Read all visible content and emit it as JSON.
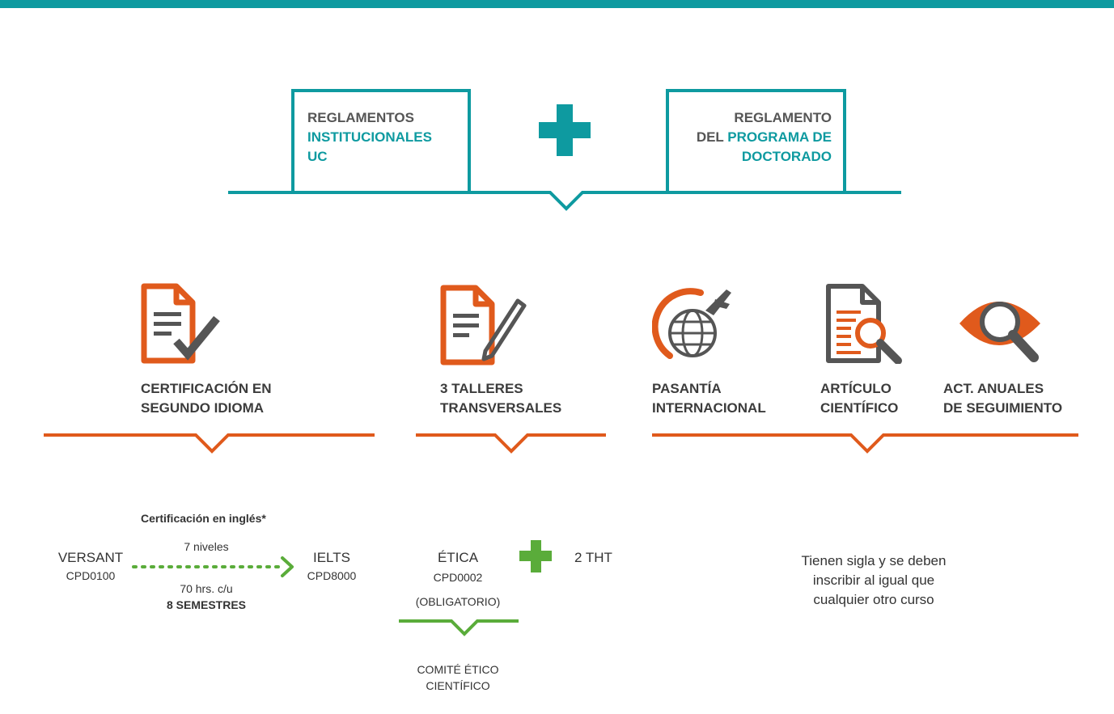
{
  "colors": {
    "teal": "#0e9aa0",
    "orange": "#e05a1c",
    "green": "#5aac3a",
    "dark": "#555555"
  },
  "regulations": {
    "left": {
      "line1": "REGLAMENTOS",
      "line2": "INSTITUCIONALES",
      "line3": "UC"
    },
    "right": {
      "line1": "REGLAMENTO",
      "line2a": "DEL ",
      "line2b": "PROGRAMA DE",
      "line3": "DOCTORADO"
    }
  },
  "requirements": {
    "certification": {
      "icon": "document-check-icon",
      "line1": "CERTIFICACIÓN EN",
      "line2": "SEGUNDO IDIOMA"
    },
    "workshops": {
      "icon": "document-pen-icon",
      "line1": "3 TALLERES",
      "line2": "TRANSVERSALES"
    },
    "internship": {
      "icon": "globe-plane-icon",
      "line1": "PASANTÍA",
      "line2": "INTERNACIONAL"
    },
    "article": {
      "icon": "document-magnifier-icon",
      "line1": "ARTÍCULO",
      "line2": "CIENTÍFICO"
    },
    "annual": {
      "icon": "eye-magnifier-icon",
      "line1": "ACT. ANUALES",
      "line2": "DE SEGUIMIENTO"
    }
  },
  "language": {
    "title": "Certificación en inglés*",
    "start_name": "VERSANT",
    "start_code": "CPD0100",
    "levels": "7 niveles",
    "hours": "70 hrs. c/u",
    "semesters": "8 SEMESTRES",
    "end_name": "IELTS",
    "end_code": "CPD8000"
  },
  "workshops_detail": {
    "ethics_name": "ÉTICA",
    "ethics_code": "CPD0002",
    "ethics_note": "(OBLIGATORIO)",
    "other": "2 THT",
    "committee_line1": "COMITÉ ÉTICO",
    "committee_line2": "CIENTÍFICO"
  },
  "courses_note": {
    "line1": "Tienen sigla y se deben",
    "line2": "inscribir al igual que",
    "line3": "cualquier otro curso"
  }
}
